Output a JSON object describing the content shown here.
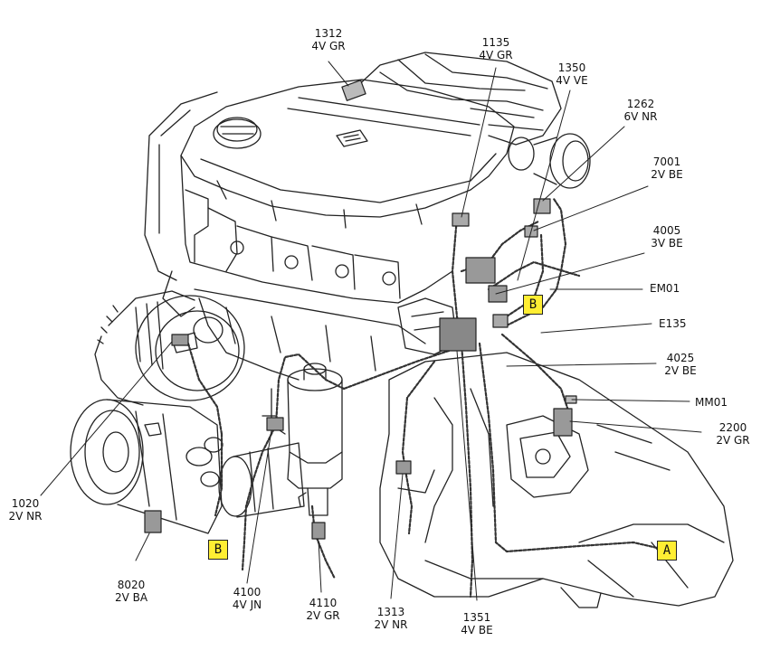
{
  "connectors": [
    {
      "id": "1312",
      "code": "1312",
      "spec": "4V GR"
    },
    {
      "id": "1135",
      "code": "1135",
      "spec": "4V GR"
    },
    {
      "id": "1350",
      "code": "1350",
      "spec": "4V VE"
    },
    {
      "id": "1262",
      "code": "1262",
      "spec": "6V NR"
    },
    {
      "id": "7001",
      "code": "7001",
      "spec": "2V BE"
    },
    {
      "id": "4005",
      "code": "4005",
      "spec": "3V BE"
    },
    {
      "id": "EM01",
      "code": "EM01",
      "spec": ""
    },
    {
      "id": "E135",
      "code": "E135",
      "spec": ""
    },
    {
      "id": "4025",
      "code": "4025",
      "spec": "2V BE"
    },
    {
      "id": "MM01",
      "code": "MM01",
      "spec": ""
    },
    {
      "id": "2200",
      "code": "2200",
      "spec": "2V GR"
    },
    {
      "id": "1020",
      "code": "1020",
      "spec": "2V NR"
    },
    {
      "id": "8020",
      "code": "8020",
      "spec": "2V BA"
    },
    {
      "id": "4100",
      "code": "4100",
      "spec": "4V JN"
    },
    {
      "id": "4110",
      "code": "4110",
      "spec": "2V GR"
    },
    {
      "id": "1313",
      "code": "1313",
      "spec": "2V NR"
    },
    {
      "id": "1351",
      "code": "1351",
      "spec": "4V BE"
    }
  ],
  "markers": [
    {
      "id": "B-upper",
      "text": "B"
    },
    {
      "id": "B-lower",
      "text": "B"
    },
    {
      "id": "A",
      "text": "A"
    }
  ],
  "colors": {
    "marker_fill": "#ffee33",
    "line": "#222222"
  }
}
